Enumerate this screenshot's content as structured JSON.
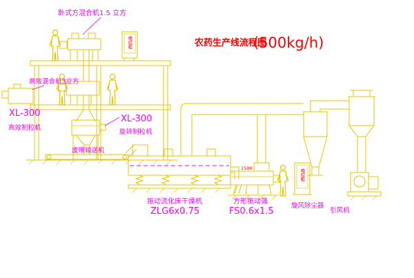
{
  "title": {
    "text": "农药生产线流程图",
    "capacity": "(500kg/h)"
  },
  "labels": {
    "mixer_top": "卧式方混合机1.5 立方",
    "mixer_mid": "高效混合机3立方",
    "granulator_left": {
      "model": "XL-300",
      "name": "高效制粒机"
    },
    "granulator_mid": {
      "model": "XL-300",
      "name": "旋转制粒机"
    },
    "belt_conveyor": "皮带输送机",
    "dryer": {
      "name": "振动流化床干燥机",
      "model": "ZLG6x0.75"
    },
    "sieve": {
      "name": "方形振动筛",
      "model": "FS0.6x1.5",
      "dimension": "1500"
    },
    "cyclone": "旋风除尘器",
    "fan": "引风机",
    "cabinet_upper": "电控柜",
    "cabinet_lower": "电控柜"
  },
  "colors": {
    "line": "#e6c500",
    "label": "#ff00f0",
    "accent": "#ff0000",
    "background": "#ffffff"
  }
}
